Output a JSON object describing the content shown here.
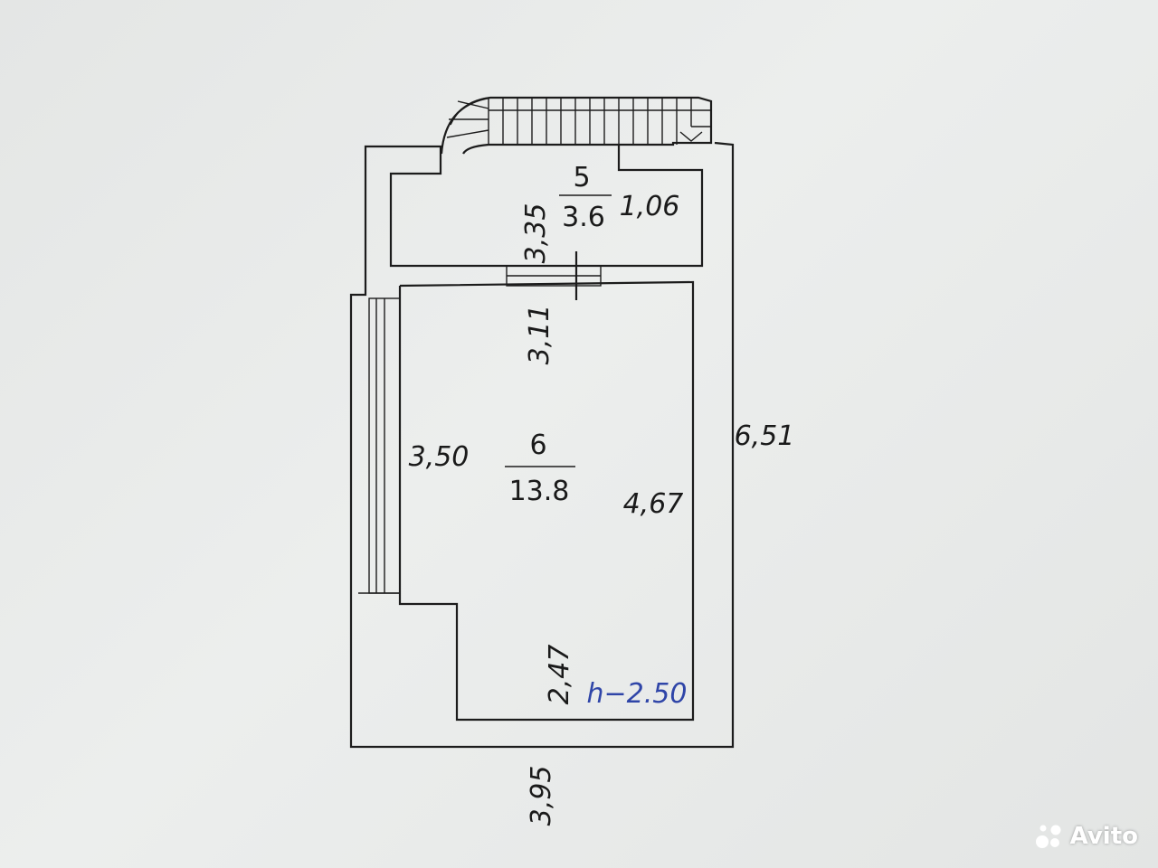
{
  "rooms": [
    {
      "id": "5",
      "area": "3.6"
    },
    {
      "id": "6",
      "area": "13.8"
    }
  ],
  "dimensions": {
    "d335": "3,35",
    "d106": "1,06",
    "d311": "3,11",
    "d350": "3,50",
    "d467": "4,67",
    "d651": "6,51",
    "d247": "2,47",
    "d395": "3,95"
  },
  "ceiling_height": "h−2.50",
  "watermark": {
    "text": "Avito",
    "icon": "avito-logo-icon"
  },
  "colors": {
    "lines": "#1c1c1c",
    "height_label": "#2f45a8",
    "paper": "#e6e8e7"
  }
}
